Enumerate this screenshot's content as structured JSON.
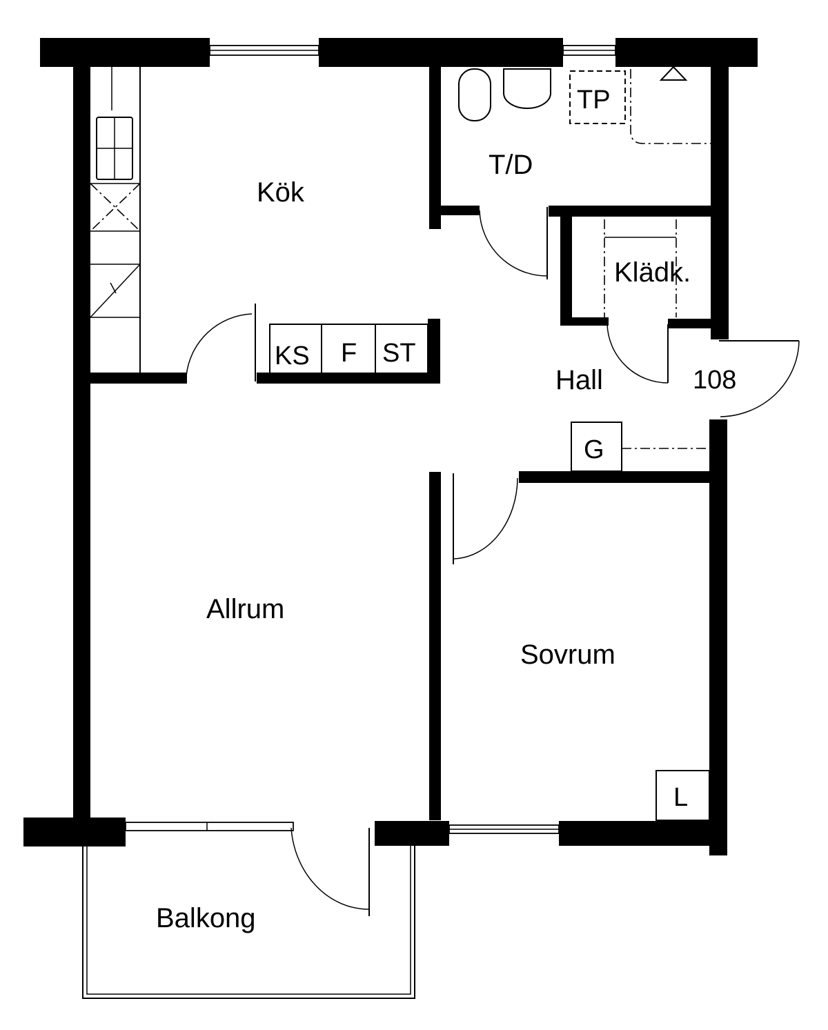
{
  "rooms": {
    "kok": "Kök",
    "td": "T/D",
    "kladk": "Klädk.",
    "hall": "Hall",
    "allrum": "Allrum",
    "sovrum": "Sovrum",
    "balkong": "Balkong"
  },
  "fixtures": {
    "tp": "TP",
    "ks": "KS",
    "f": "F",
    "st": "ST",
    "g": "G",
    "l": "L"
  },
  "apartment_number": "108"
}
